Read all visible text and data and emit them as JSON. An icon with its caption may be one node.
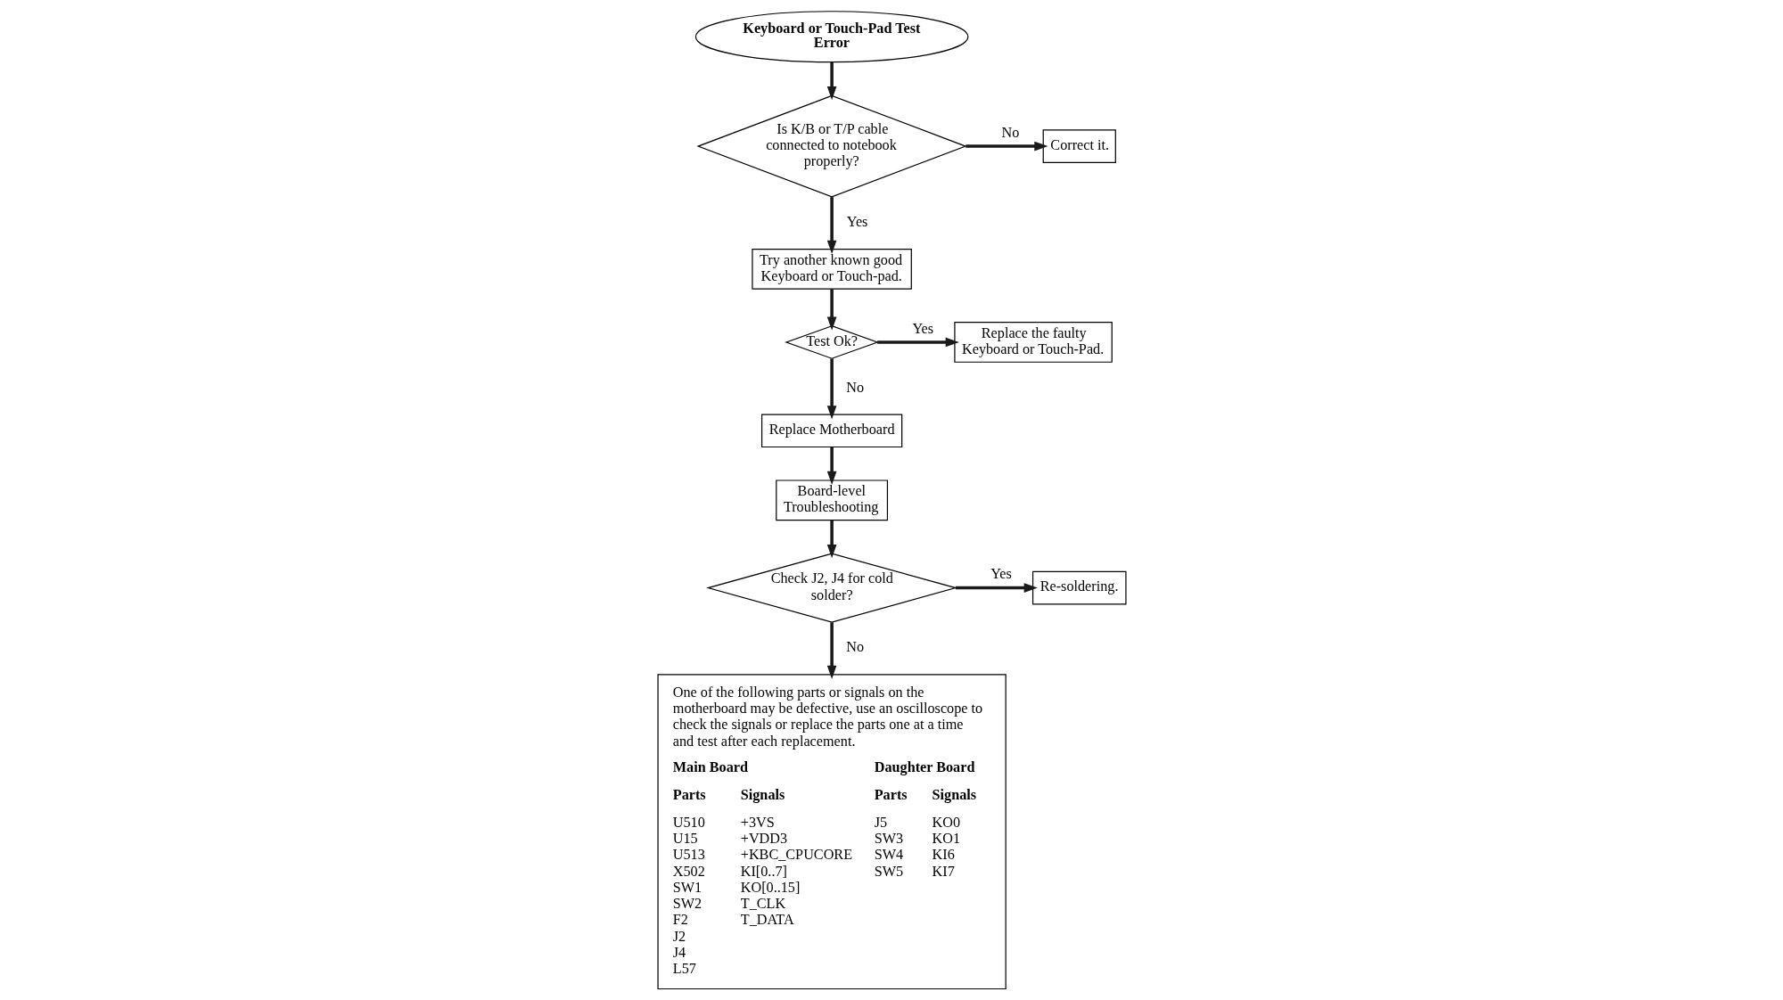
{
  "diagram": {
    "nodes": [
      {
        "text": [
          "Keyboard or Touch-Pad Test Error"
        ]
      },
      {
        "text": [
          "Is K/B or T/P cable connected to notebook properly?"
        ]
      },
      {
        "text": [
          "Correct it."
        ]
      },
      {
        "text": [
          "Try another known good Keyboard or Touch-pad."
        ]
      },
      {
        "text": [
          "Test Ok?"
        ]
      },
      {
        "text": [
          "Replace the faulty Keyboard or Touch-Pad."
        ]
      },
      {
        "text": [
          "Board-level Troubleshooting"
        ]
      },
      {
        "text": [
          "Replace Motherboard"
        ]
      },
      {
        "text": [
          "Check J2, J4 for cold solder?"
        ]
      },
      {
        "text": [
          "Re-soldering."
        ]
      },
      {
        "text": [
          "One of the following parts or signals on the motherboard may be defective, use an oscilloscope to check the signals or replace the parts one at a time and test after each replacement.",
          "Main Board",
          "Daughter Board",
          "Parts",
          "Signals",
          "Parts",
          "Signals",
          "U510 U15 U513 X502 SW1 SW2 F2 J2 J4 L57",
          "+3VS +VDD3 +KBC_CPUCORE KI[0..7] KO[0..15] T_CLK T_DATA",
          "J5 SW3 SW4 SW5",
          "KO0 KO1 KI6 KI7"
        ]
      }
    ],
    "edges": [
      {
        "from": 0,
        "to": 1,
        "arrow": "to"
      },
      {
        "from": 1,
        "to": 2,
        "arrow": "to",
        "label": "No"
      },
      {
        "from": 1,
        "to": 3,
        "arrow": "to",
        "label": "Yes"
      },
      {
        "from": 3,
        "to": 4,
        "arrow": "to"
      },
      {
        "from": 4,
        "to": 5,
        "arrow": "to",
        "label": "Yes"
      },
      {
        "from": 4,
        "to": 7,
        "arrow": "to",
        "label": "No"
      },
      {
        "from": 7,
        "to": 6,
        "arrow": "to"
      },
      {
        "from": 6,
        "to": 8,
        "arrow": "to"
      },
      {
        "from": 8,
        "to": 9,
        "arrow": "to",
        "label": "Yes"
      },
      {
        "from": 8,
        "to": 10,
        "arrow": "to",
        "label": "No"
      }
    ]
  }
}
